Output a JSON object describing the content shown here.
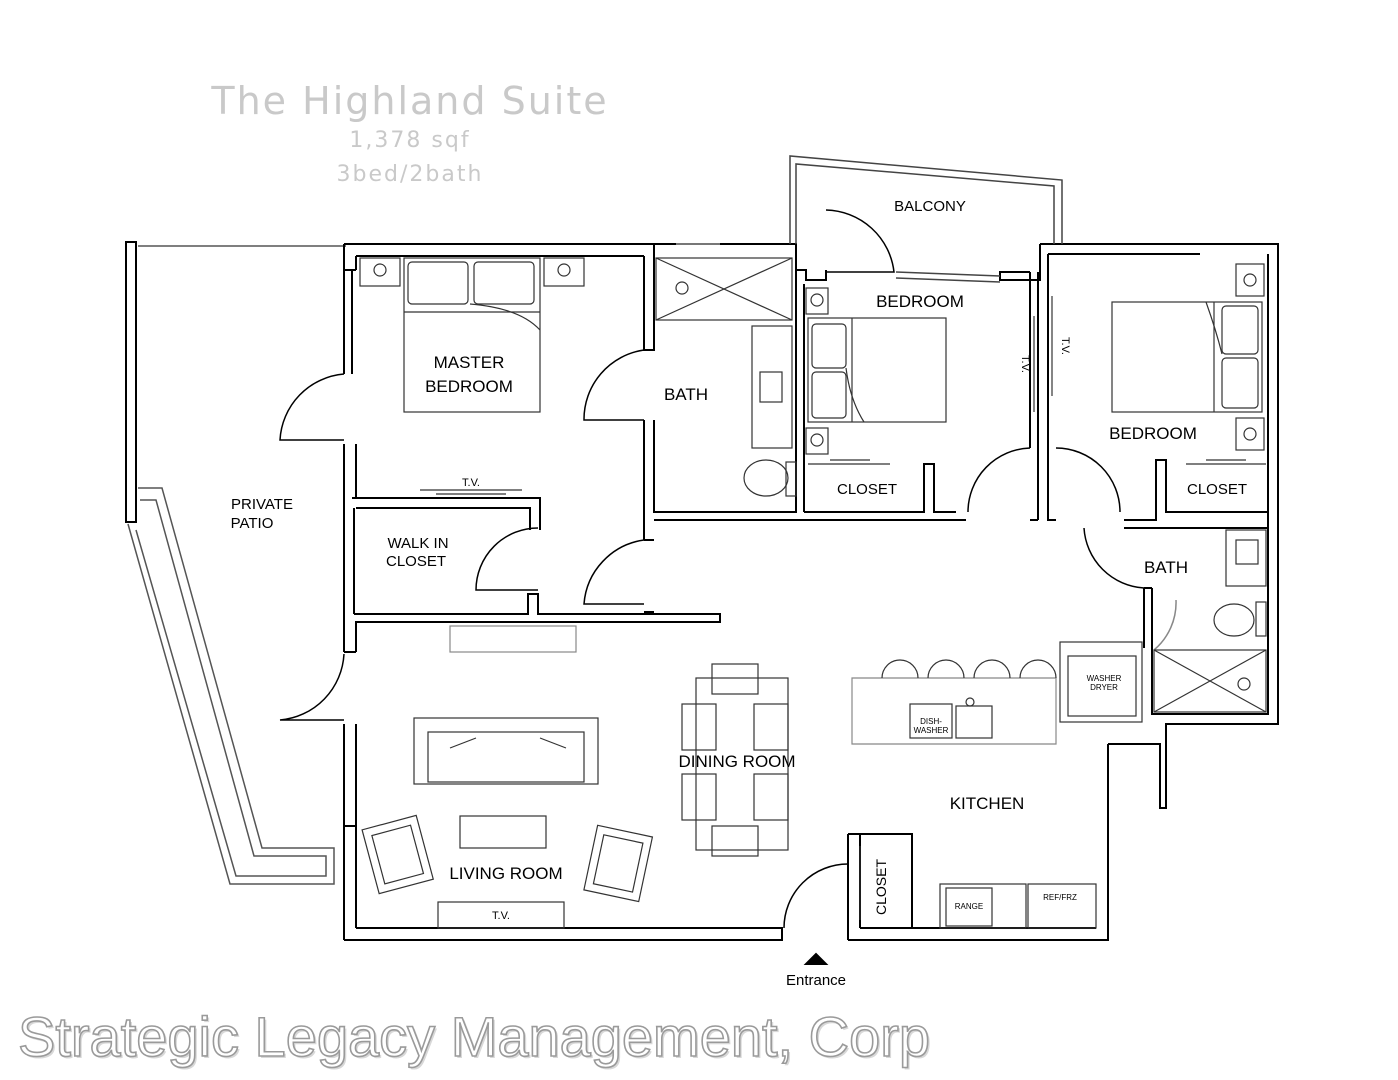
{
  "header": {
    "title": "The Highland Suite",
    "area": "1,378 sqf",
    "rooms": "3bed/2bath"
  },
  "rooms": {
    "balcony": "BALCONY",
    "bedroom_upper": "BEDROOM",
    "master_line1": "MASTER",
    "master_line2": "BEDROOM",
    "bath_master": "BATH",
    "private_patio_line1": "PRIVATE",
    "private_patio_line2": "PATIO",
    "walk_in_line1": "WALK IN",
    "walk_in_line2": "CLOSET",
    "closet_bed2": "CLOSET",
    "closet_bed3": "CLOSET",
    "bedroom_right": "BEDROOM",
    "bath_right": "BATH",
    "dining_room": "DINING ROOM",
    "kitchen": "KITCHEN",
    "living_room": "LIVING ROOM",
    "entry_closet": "CLOSET"
  },
  "fixtures": {
    "tv": "T.V.",
    "washer_line1": "WASHER",
    "washer_line2": "DRYER",
    "dish_line1": "DISH-",
    "dish_line2": "WASHER",
    "range": "RANGE",
    "fridge": "REF/FRZ"
  },
  "entrance": "Entrance",
  "watermark": "Strategic Legacy Management, Corp"
}
